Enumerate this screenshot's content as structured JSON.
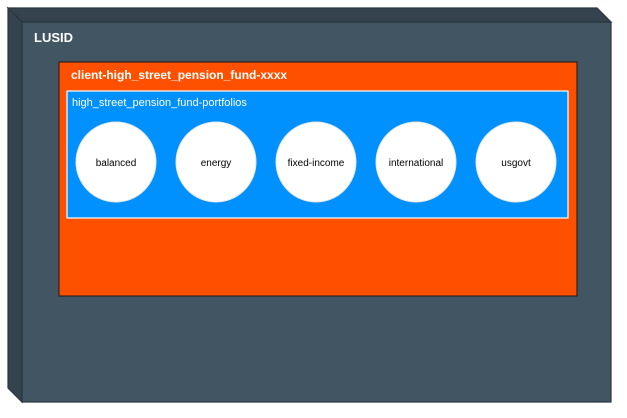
{
  "diagram": {
    "outer": {
      "label": "LUSID",
      "color": "#425563",
      "side_color": "#35434f"
    },
    "client": {
      "label": "client-high_street_pension_fund-xxxx",
      "color": "#ff5000"
    },
    "scope": {
      "label": "high_street_pension_fund-portfolios",
      "color": "#0091ff"
    },
    "portfolios": [
      {
        "label": "balanced"
      },
      {
        "label": "energy"
      },
      {
        "label": "fixed-income"
      },
      {
        "label": "international"
      },
      {
        "label": "usgovt"
      }
    ]
  }
}
